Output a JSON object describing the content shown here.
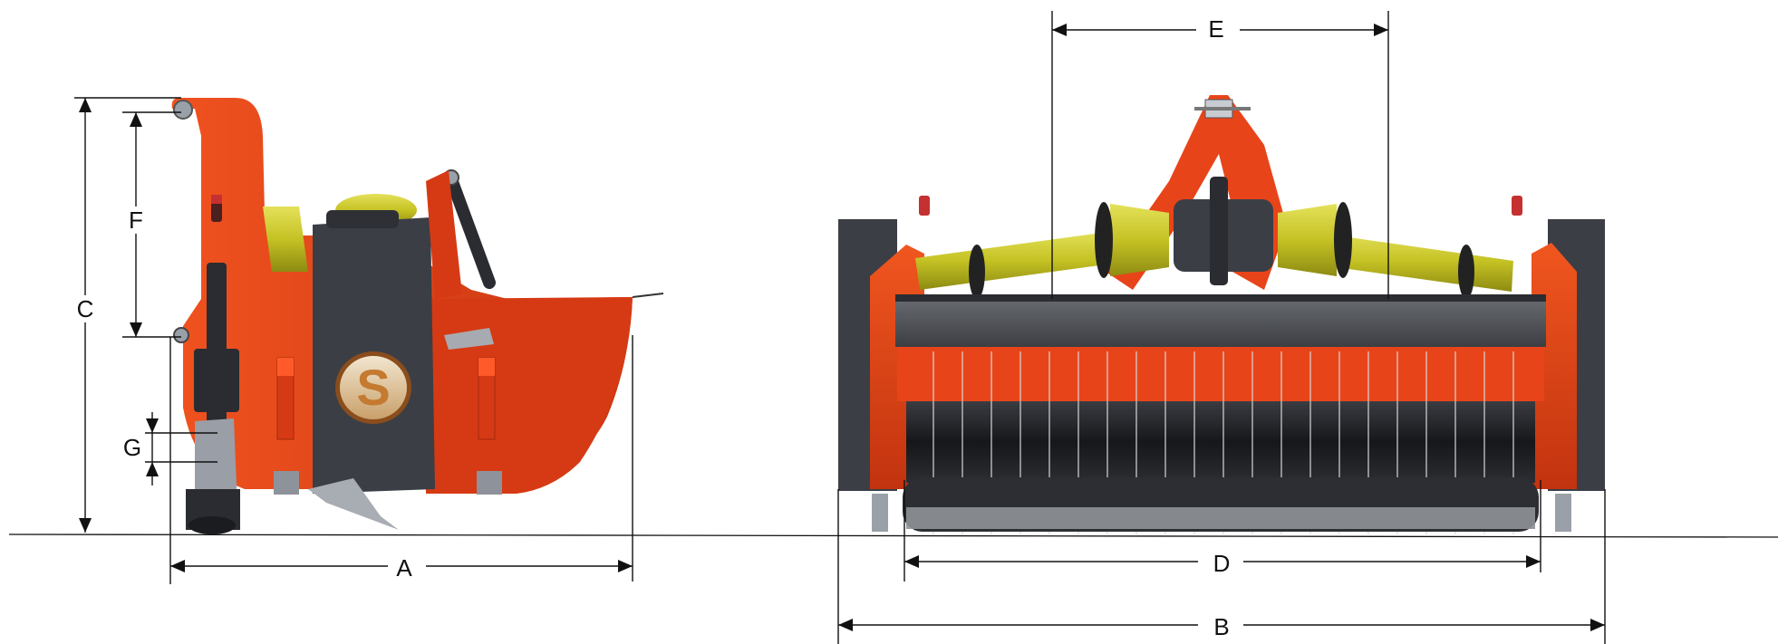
{
  "dimensions": {
    "A": "A",
    "B": "B",
    "C": "C",
    "D": "D",
    "E": "E",
    "F": "F",
    "G": "G"
  },
  "logo": {
    "letter": "S"
  },
  "colors": {
    "body_orange": "#e8441a",
    "body_orange_dark": "#b8300f",
    "panel_dark": "#3b3e45",
    "shaft_yellow": "#c8c52a",
    "roller_black": "#1e1f23",
    "frame_grey": "#4a4d55",
    "line": "#111111"
  }
}
